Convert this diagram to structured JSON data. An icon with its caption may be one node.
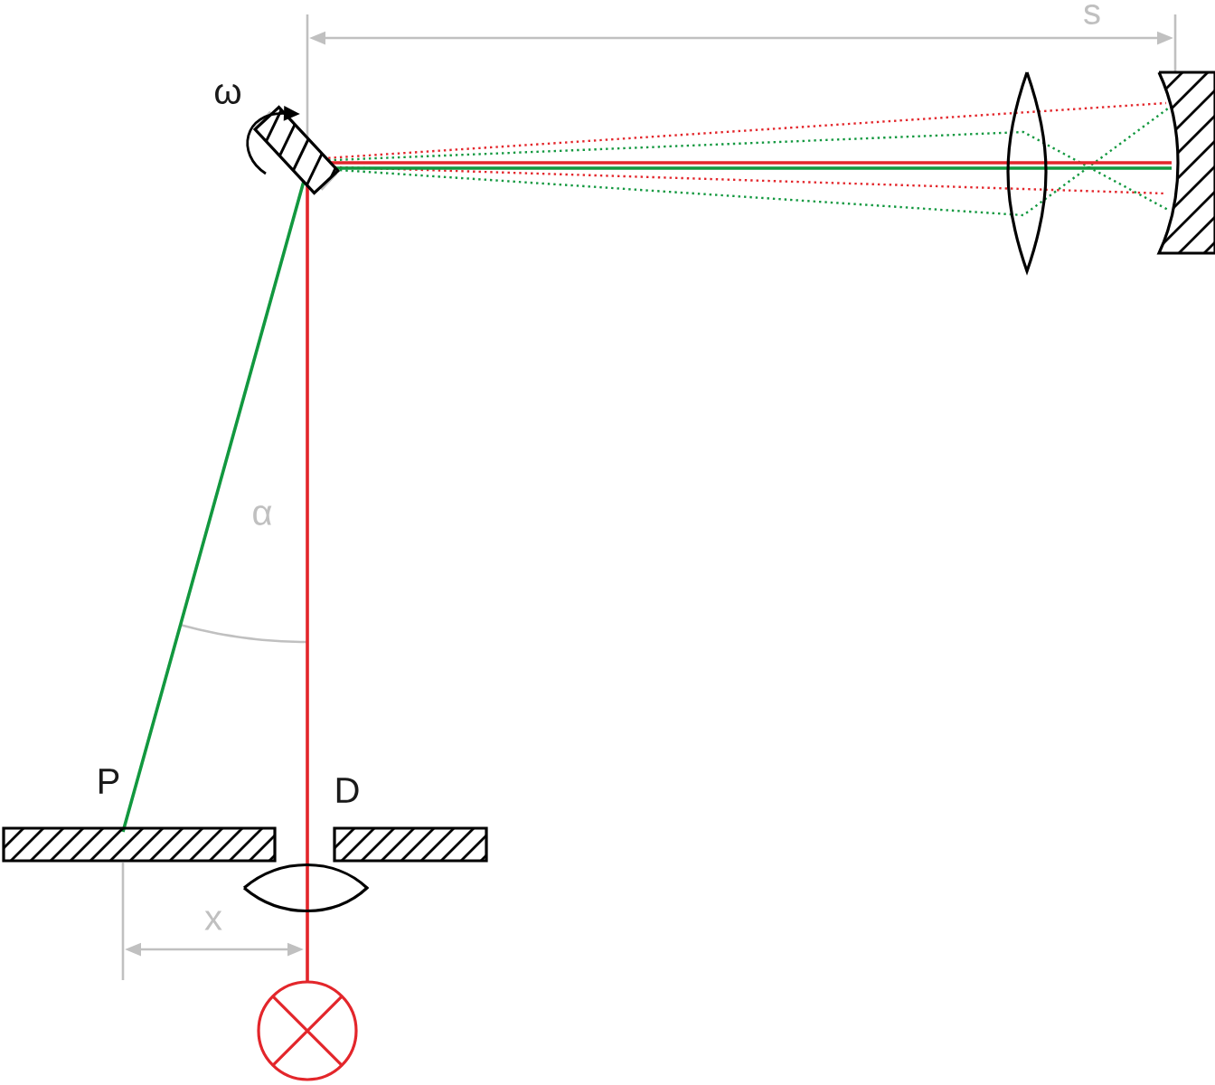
{
  "diagram": {
    "labels": [
      "s",
      "ω",
      "α",
      "P",
      "D",
      "x"
    ]
  }
}
